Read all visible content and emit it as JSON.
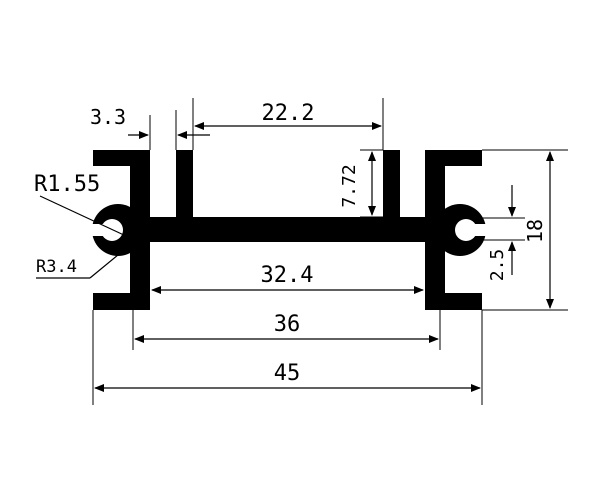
{
  "dimensions": {
    "wall": "3.3",
    "fin_gap": "22.2",
    "fin_height": "7.72",
    "outer_radius": "R1.55",
    "inner_radius": "R3.4",
    "web_inner": "32.4",
    "center_span": "36",
    "overall_width": "45",
    "height": "18",
    "slot": "2.5"
  },
  "colors": {
    "profile": "#000000",
    "background": "#ffffff"
  }
}
